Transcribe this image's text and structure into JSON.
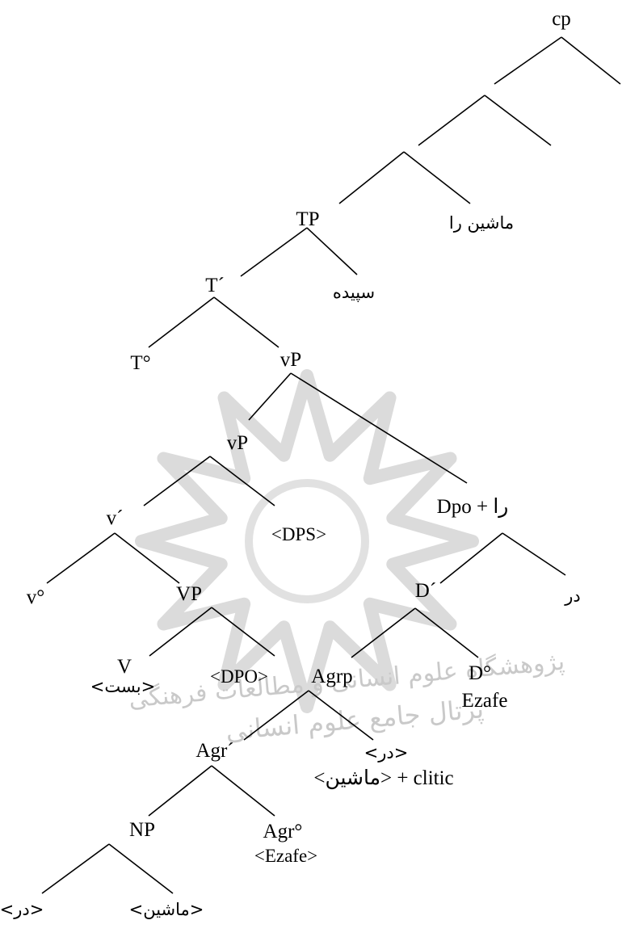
{
  "colors": {
    "line": "#000000",
    "text": "#000000",
    "watermark": "#bdbdbd"
  },
  "watermark": {
    "icon": "islamic-star-rosette-logo",
    "line1": "پژوهشگاه علوم انسانی و مطالعات فرهنگی",
    "line2": "پرتال جامع علوم انسانی"
  },
  "nodes": {
    "cp": "cp",
    "tp": "TP",
    "subj_obj": "ماشین را",
    "t_bar": "T´",
    "subject": "سپیده",
    "t_head": "T°",
    "vp_top": "vP",
    "vp_inner": "vP",
    "v_bar": "v´",
    "dps_trace": "<DPS>",
    "dpo_ra": "Dpo + را",
    "v_head": "v°",
    "big_vp": "VP",
    "d_bar": "D´",
    "dar": "در",
    "big_v": "V",
    "v_trace": "<بست>",
    "dpo_trace": "<DPO>",
    "agrp": "Agrp",
    "d_head": "D°",
    "ezafe": "Ezafe",
    "dar_trace": "<در>",
    "agr_bar": "Agr´",
    "clitic": "<ماشین> + clitic",
    "np": "NP",
    "agr_head": "Agr°",
    "ezafe_trace": "<Ezafe>",
    "np_dar": "<در>",
    "np_mashin": "<ماشین>"
  }
}
